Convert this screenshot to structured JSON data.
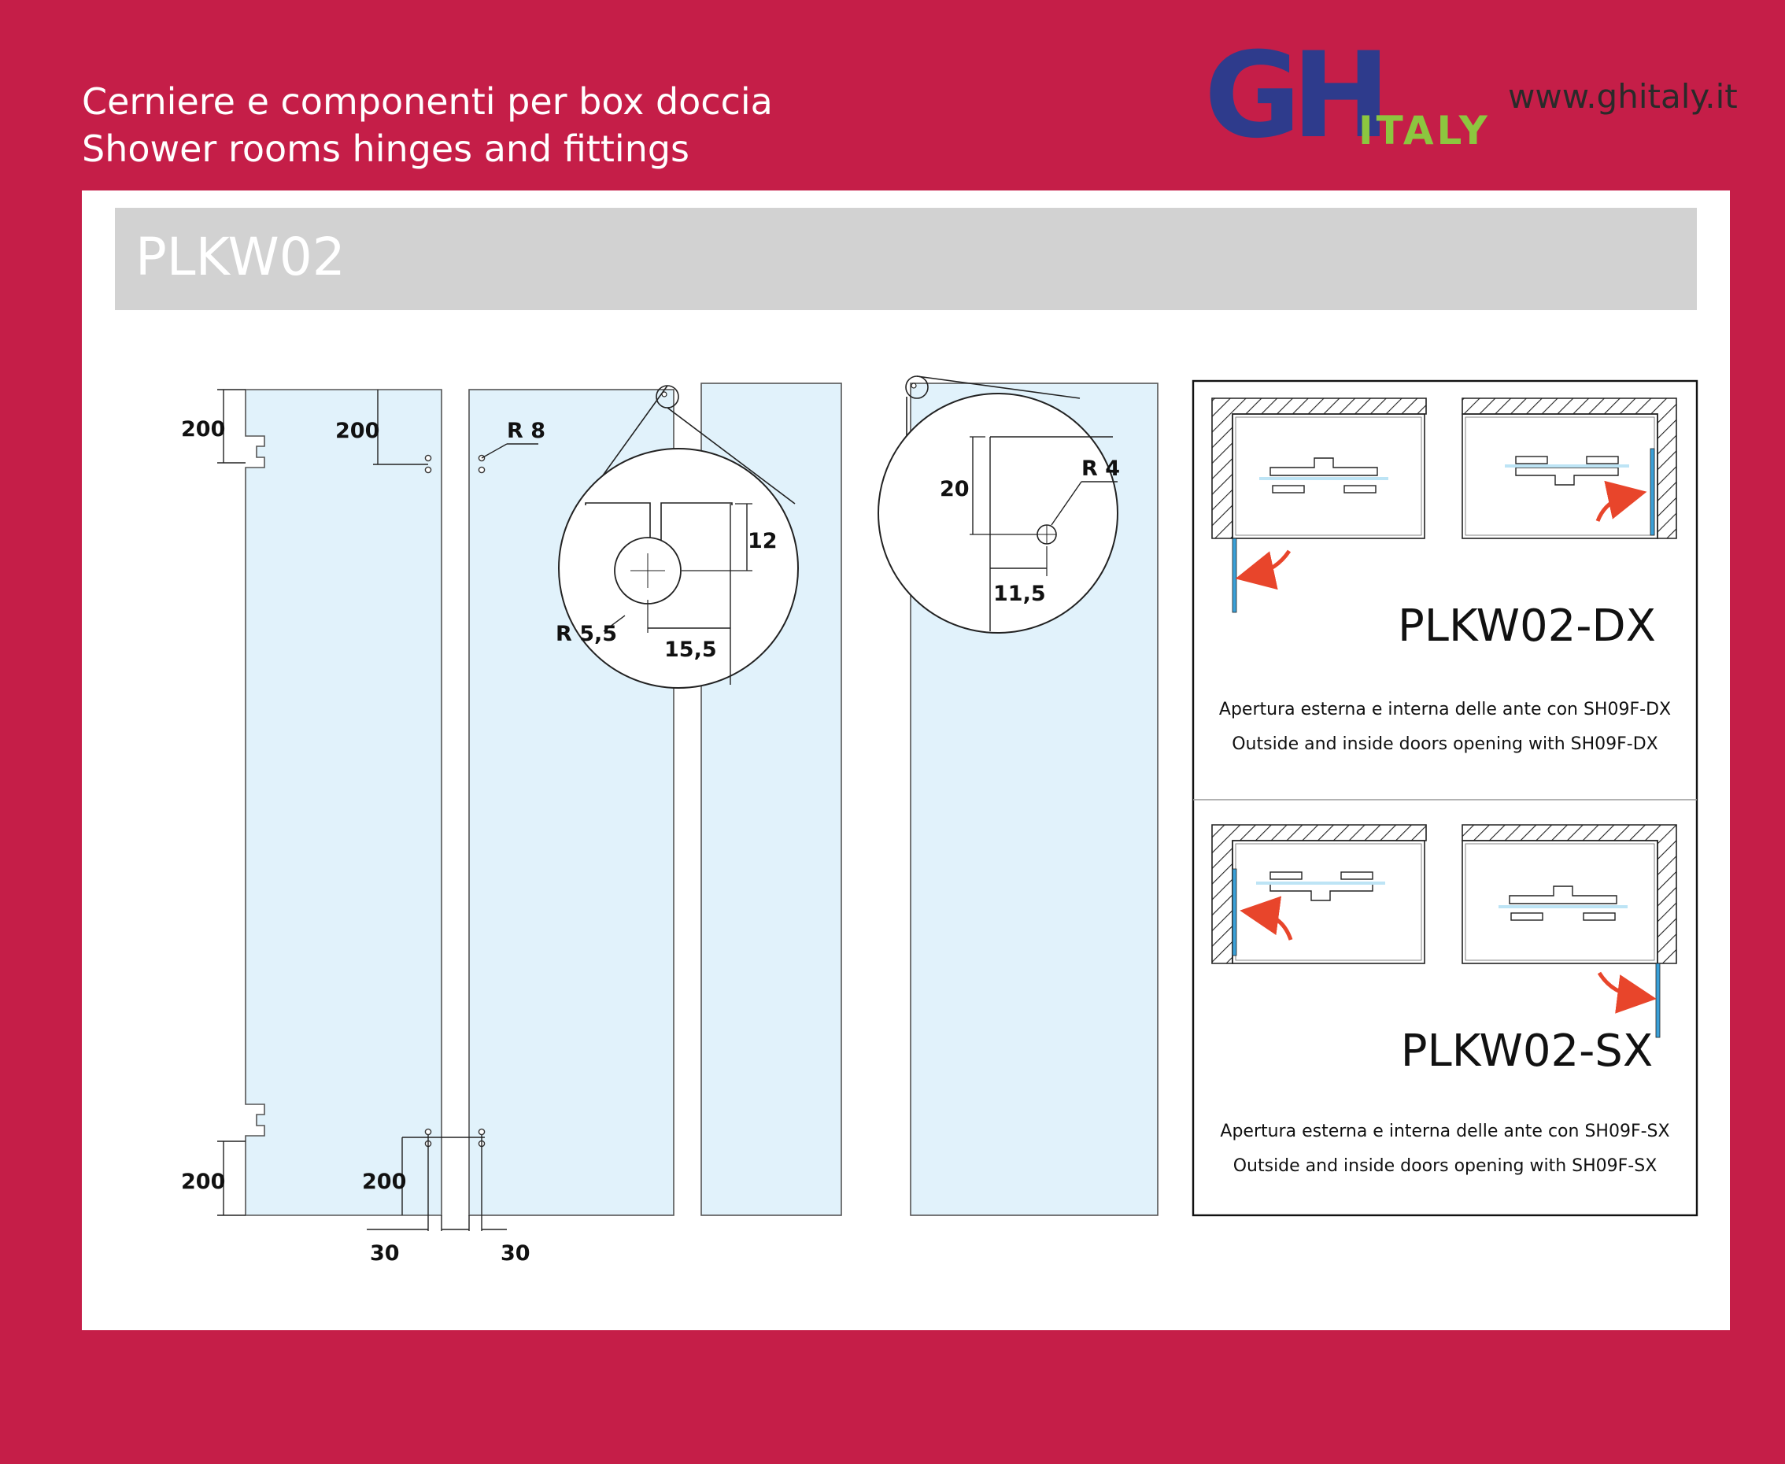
{
  "header": {
    "subtitle_it": "Cerniere e componenti per box doccia",
    "subtitle_en": "Shower rooms hinges and fittings",
    "website": "www.ghitaly.it"
  },
  "logo": {
    "main": "GH",
    "sub": "ITALY",
    "color_main": "#2e3b8c",
    "color_sub": "#8cc63f"
  },
  "product": {
    "code": "PLKW02"
  },
  "dimensions": {
    "top_left": "200",
    "top_mid": "200",
    "r8": "R 8",
    "bottom_left": "200",
    "bottom_mid": "200",
    "bottom_30_left": "30",
    "bottom_30_right": "30",
    "detail_12": "12",
    "detail_r55": "R 5,5",
    "detail_155": "15,5",
    "detail_20": "20",
    "detail_r4": "R 4",
    "detail_115": "11,5"
  },
  "variants": [
    {
      "code": "PLKW02-DX",
      "desc_it": "Apertura esterna e interna delle ante con SH09F-DX",
      "desc_en": "Outside and inside doors opening with SH09F-DX"
    },
    {
      "code": "PLKW02-SX",
      "desc_it": "Apertura esterna e interna delle ante con SH09F-SX",
      "desc_en": "Outside and inside doors opening with SH09F-SX"
    }
  ],
  "colors": {
    "background": "#c51e48",
    "glass": "#e1f2fb",
    "arrow": "#e8452b",
    "door": "#3aa0d8"
  }
}
